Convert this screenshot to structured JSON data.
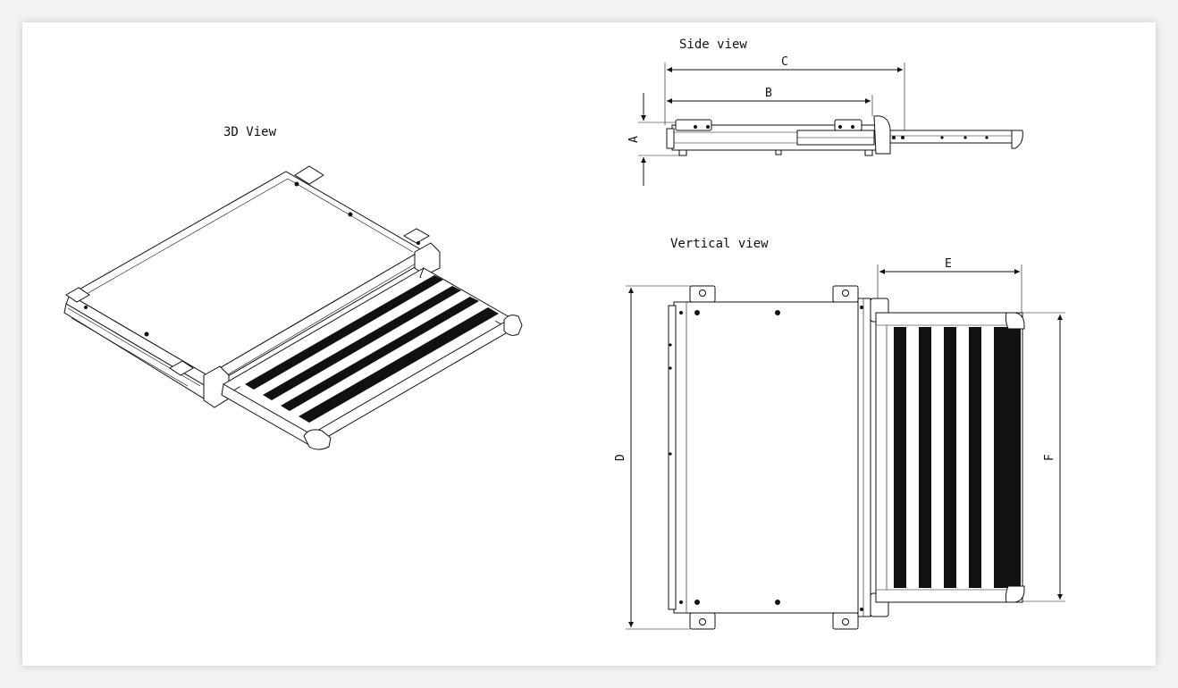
{
  "views": {
    "three_d": {
      "title": "3D View"
    },
    "side": {
      "title": "Side view"
    },
    "vertical": {
      "title": "Vertical view"
    }
  },
  "dimensions": {
    "A": "A",
    "B": "B",
    "C": "C",
    "D": "D",
    "E": "E",
    "F": "F"
  },
  "colors": {
    "line": "#111111",
    "paper": "#ffffff",
    "background": "#f2f2f2"
  }
}
